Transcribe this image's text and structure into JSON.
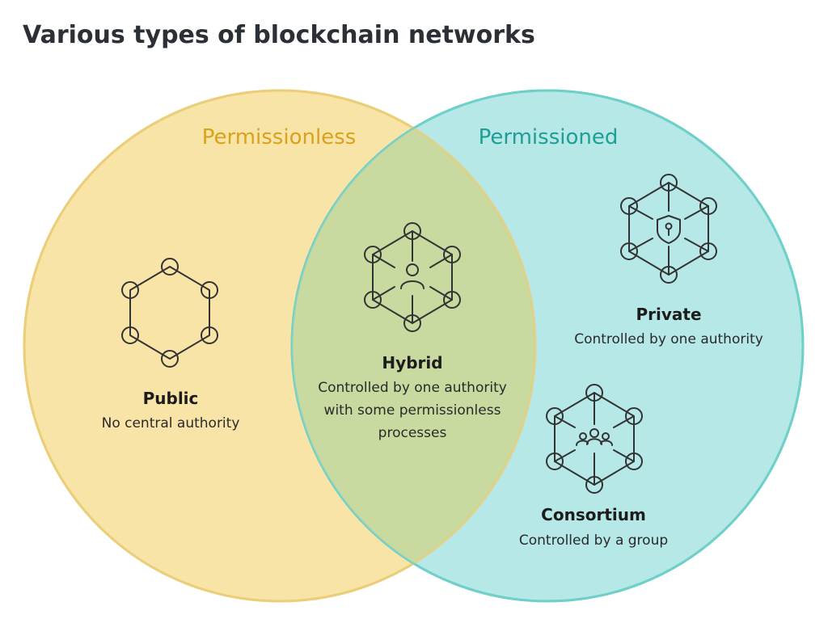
{
  "title": "Various types of blockchain networks",
  "colors": {
    "permissionless_fill": "#f9e4a8",
    "permissionless_stroke": "#f1cf73",
    "permissionless_label": "#d9a21d",
    "permissioned_fill": "#b5e8e6",
    "permissioned_stroke": "#6ccfcb",
    "permissioned_label": "#1e9e95",
    "overlap_fill": "#c8daa0"
  },
  "sets": {
    "permissionless": {
      "label": "Permissionless"
    },
    "permissioned": {
      "label": "Permissioned"
    }
  },
  "types": {
    "public": {
      "title": "Public",
      "description": "No central authority",
      "icon": "hexagon-network-icon"
    },
    "hybrid": {
      "title": "Hybrid",
      "description_lines": [
        "Controlled by one authority",
        "with some permissionless",
        "processes"
      ],
      "icon": "network-person-icon"
    },
    "private": {
      "title": "Private",
      "description": "Controlled by one authority",
      "icon": "network-shield-icon"
    },
    "consortium": {
      "title": "Consortium",
      "description": "Controlled by a group",
      "icon": "network-group-icon"
    }
  }
}
